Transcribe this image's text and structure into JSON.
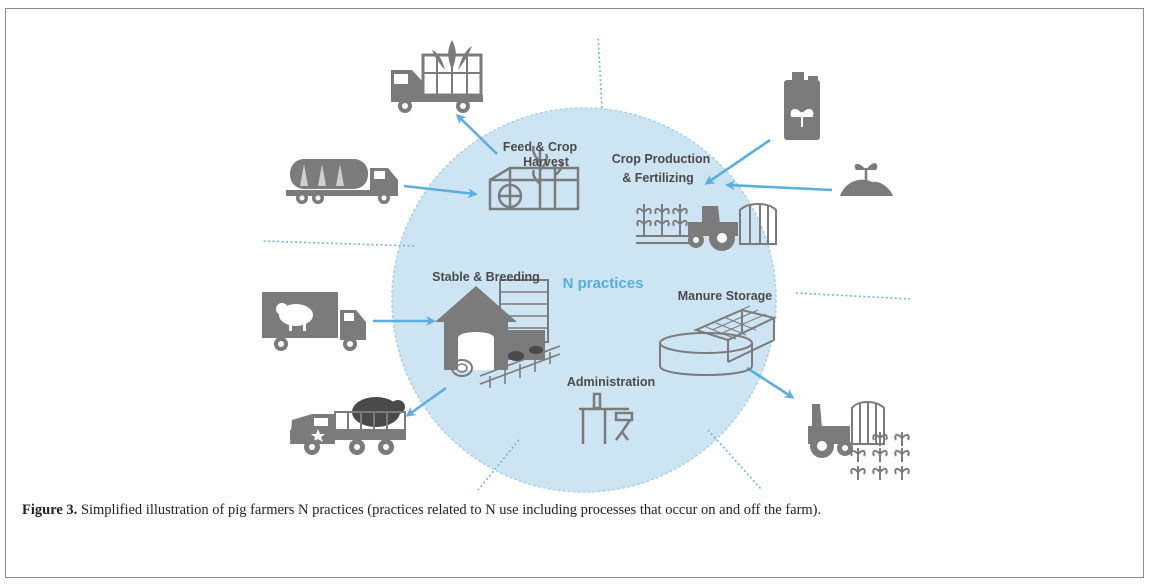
{
  "diagram": {
    "center_label": "N practices",
    "sections": {
      "feed": [
        "Feed & Crop",
        "Harvest"
      ],
      "crop": [
        "Crop Production",
        "& Fertilizing"
      ],
      "stable": "Stable & Breeding",
      "manure": "Manure Storage",
      "admin": "Administration"
    },
    "icons": [
      "hay-truck-icon",
      "tanker-truck-icon",
      "pig-transport-truck-icon",
      "livestock-truck-icon",
      "fertilizer-canister-icon",
      "soil-sprout-icon",
      "tractor-field-icon",
      "tractor-spreader-icon",
      "greenhouse-icon",
      "barn-icon",
      "manure-tank-icon",
      "desk-chair-icon"
    ],
    "colors": {
      "circle": "#cde5f3",
      "arrow": "#5aaee0",
      "icon": "#7b7b7b",
      "center_text": "#56aee0"
    }
  },
  "caption": {
    "label": "Figure 3.",
    "text": " Simplified illustration of pig farmers N practices (practices related to N use including processes that occur on and off the farm)."
  }
}
